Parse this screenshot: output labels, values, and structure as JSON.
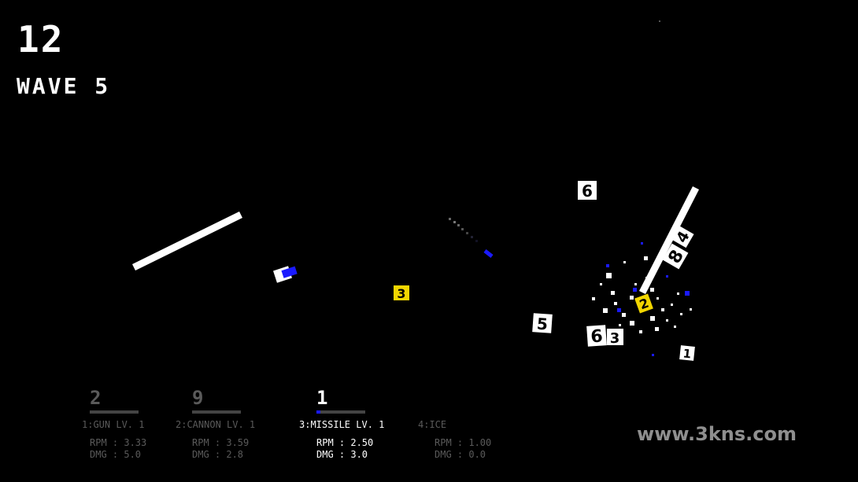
{
  "hud": {
    "score": "12",
    "wave": "WAVE 5"
  },
  "weapons": [
    {
      "count": "2",
      "label": "1:GUN LV. 1",
      "rpm": "RPM : 3.33",
      "dmg": "DMG : 5.0",
      "selected": false,
      "ammo_fraction": 0
    },
    {
      "count": "9",
      "label": "2:CANNON  LV. 1",
      "rpm": "RPM : 3.59",
      "dmg": "DMG : 2.8",
      "selected": false,
      "ammo_fraction": 0
    },
    {
      "count": "1",
      "label": "3:MISSILE LV. 1",
      "rpm": "RPM : 2.50",
      "dmg": "DMG : 3.0",
      "selected": true,
      "ammo_fraction": 0.08
    },
    {
      "count": "",
      "label": "4:ICE",
      "rpm": "RPM : 1.00",
      "dmg": "DMG : 0.0",
      "selected": false,
      "ammo_fraction": 0
    }
  ],
  "enemy_labels": [
    "6",
    "4",
    "8",
    "2",
    "5",
    "6",
    "3",
    "1"
  ],
  "pickup_label": "3",
  "watermark": "www.3kns.com",
  "colors": {
    "background": "#000000",
    "player_blue": "#1a1aff",
    "pickup_yellow": "#f2d600",
    "dim_text": "#5a5a5a"
  }
}
